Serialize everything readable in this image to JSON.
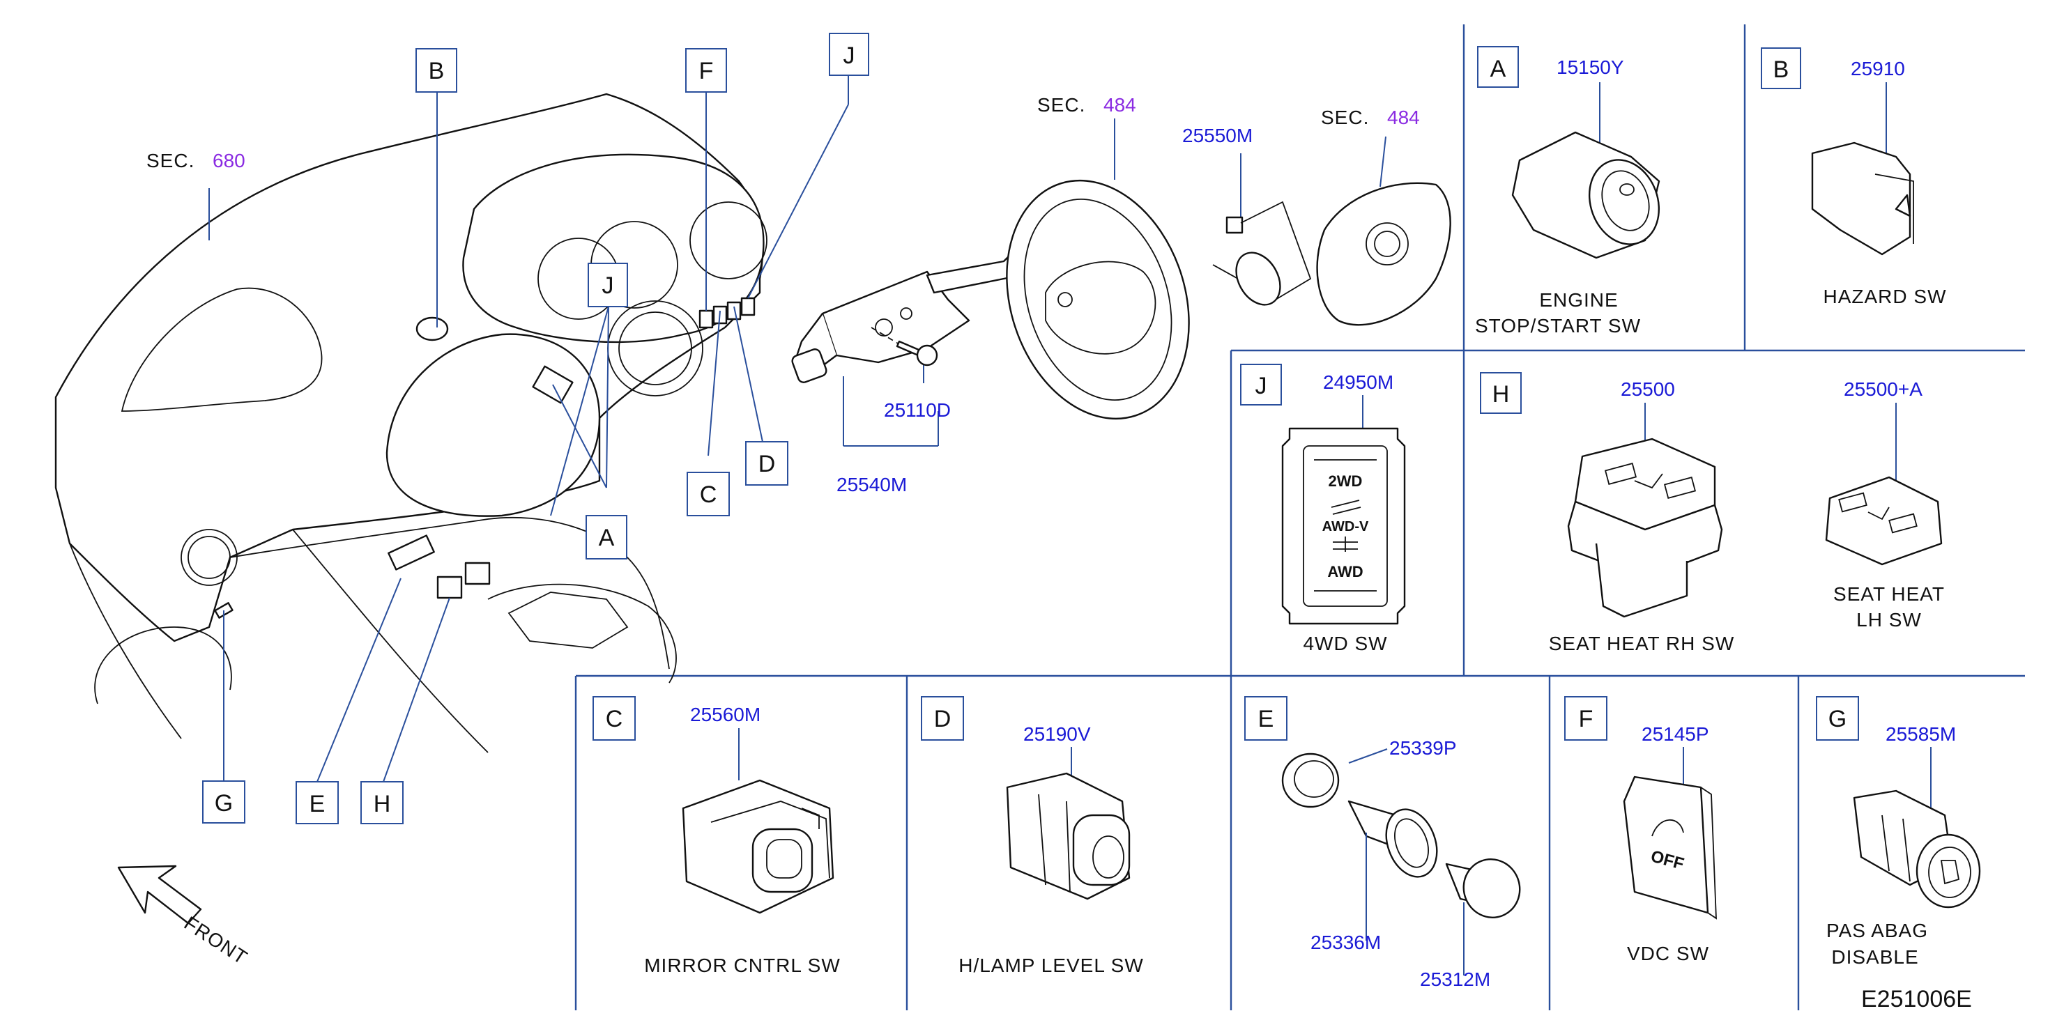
{
  "diagram_code": "E251006E",
  "front_label": "FRONT",
  "overview": {
    "sections": [
      {
        "label": "SEC.",
        "number": "680"
      },
      {
        "label": "SEC.",
        "number": "484"
      },
      {
        "label": "SEC.",
        "number": "484"
      }
    ],
    "callouts": [
      "B",
      "F",
      "J",
      "J",
      "A",
      "C",
      "D",
      "G",
      "E",
      "H"
    ],
    "part_numbers": [
      "25550M",
      "25110D",
      "25540M"
    ]
  },
  "panels": [
    {
      "letter": "A",
      "part": "15150Y",
      "name_lines": [
        "ENGINE",
        "STOP/START   SW"
      ]
    },
    {
      "letter": "B",
      "part": "25910",
      "name_lines": [
        "HAZARD   SW"
      ]
    },
    {
      "letter": "J",
      "part": "24950M",
      "name_lines": [
        "4WD   SW"
      ],
      "switch_text": [
        "2WD",
        "AWD-V",
        "AWD"
      ]
    },
    {
      "letter": "H",
      "part": "25500",
      "part2": "25500+A",
      "name_lines": [
        "SEAT   HEAT   RH   SW"
      ],
      "name2_lines": [
        "SEAT   HEAT",
        "LH   SW"
      ]
    },
    {
      "letter": "C",
      "part": "25560M",
      "name_lines": [
        "MIRROR   CNTRL   SW"
      ]
    },
    {
      "letter": "D",
      "part": "25190V",
      "name_lines": [
        "H/LAMP   LEVEL   SW"
      ]
    },
    {
      "letter": "E",
      "parts": [
        "25339P",
        "25336M",
        "25312M"
      ]
    },
    {
      "letter": "F",
      "part": "25145P",
      "name_lines": [
        "VDC   SW"
      ],
      "switch_text": "OFF"
    },
    {
      "letter": "G",
      "part": "25585M",
      "name_lines": [
        "PAS   ABAG",
        "DISABLE"
      ]
    }
  ]
}
